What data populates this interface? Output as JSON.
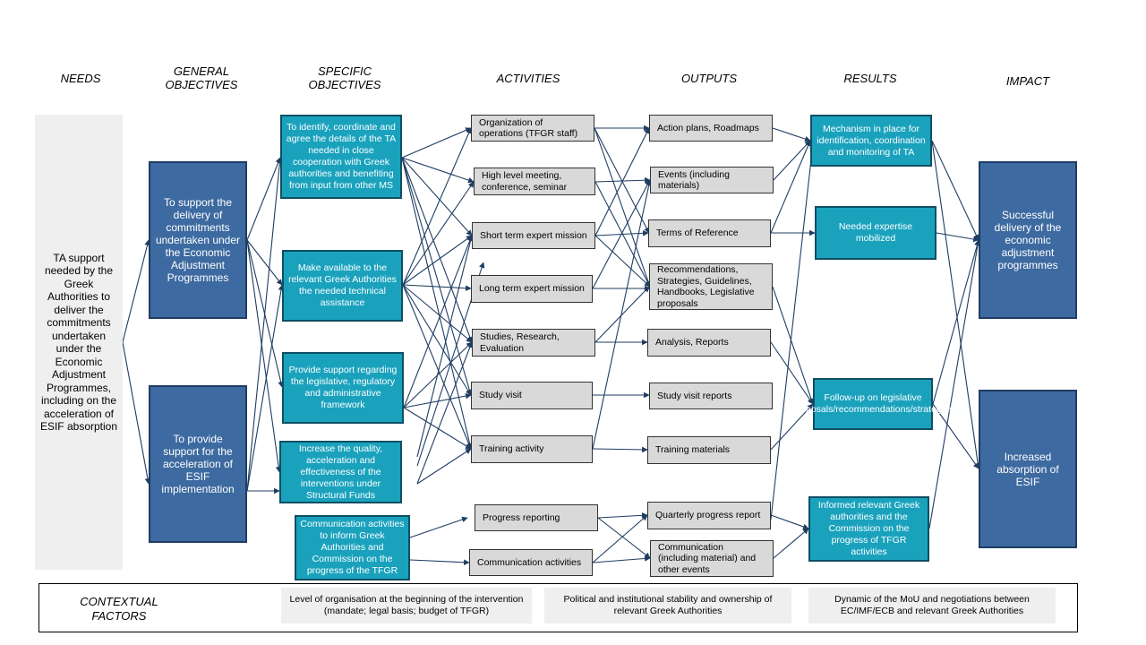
{
  "headers": {
    "needs": "NEEDS",
    "general": "GENERAL OBJECTIVES",
    "specific": "SPECIFIC OBJECTIVES",
    "activities": "ACTIVITIES",
    "outputs": "OUTPUTS",
    "results": "RESULTS",
    "impact": "IMPACT"
  },
  "needs": "TA support needed by the Greek Authorities to deliver the commitments undertaken under the Economic Adjustment Programmes, including on the acceleration of ESIF absorption",
  "general_objectives": [
    "To support the delivery of commitments undertaken under the Economic Adjustment Programmes",
    "To provide support for the acceleration of ESIF implementation"
  ],
  "specific_objectives": [
    "To identify, coordinate and agree the details of the TA needed in close cooperation with Greek authorities and benefiting from input from other MS",
    "Make available to the relevant Greek Authorities the needed technical assistance",
    "Provide support regarding the legislative, regulatory and administrative framework",
    "Increase the quality, acceleration and effectiveness of the interventions under Structural Funds",
    "Communication activities to inform Greek Authorities and Commission on the progress of the TFGR"
  ],
  "activities": [
    "Organization of operations (TFGR staff)",
    "High level meeting, conference, seminar",
    "Short term expert mission",
    "Long term expert mission",
    "Studies, Research, Evaluation",
    "Study visit",
    "Training activity",
    "Progress reporting",
    "Communication activities"
  ],
  "outputs": [
    "Action plans, Roadmaps",
    "Events (including materials)",
    "Terms of Reference",
    "Recommendations, Strategies, Guidelines, Handbooks, Legislative proposals",
    "Analysis, Reports",
    "Study visit reports",
    "Training materials",
    "Quarterly progress report",
    "Communication (including material) and other events"
  ],
  "results": [
    "Mechanism in place for identification, coordination and monitoring of TA",
    "Needed expertise mobilized",
    "Follow-up on legislative proposals/recommendations/strategies",
    "Informed relevant Greek authorities and the Commission on the progress of TFGR activities"
  ],
  "impact": [
    "Successful delivery of the economic adjustment programmes",
    "Increased absorption of ESIF"
  ],
  "contextual": {
    "label": "CONTEXTUAL FACTORS",
    "items": [
      "Level of organisation at the beginning of the intervention (mandate; legal basis; budget of TFGR)",
      "Political and institutional stability and ownership of relevant Greek Authorities",
      "Dynamic of the MoU and negotiations between EC/IMF/ECB and relevant Greek Authorities"
    ]
  },
  "colors": {
    "general": "#3d6aa0",
    "specific": "#1aa2bd",
    "grey": "#d9d9d9",
    "arrow": "#1f3d63"
  }
}
